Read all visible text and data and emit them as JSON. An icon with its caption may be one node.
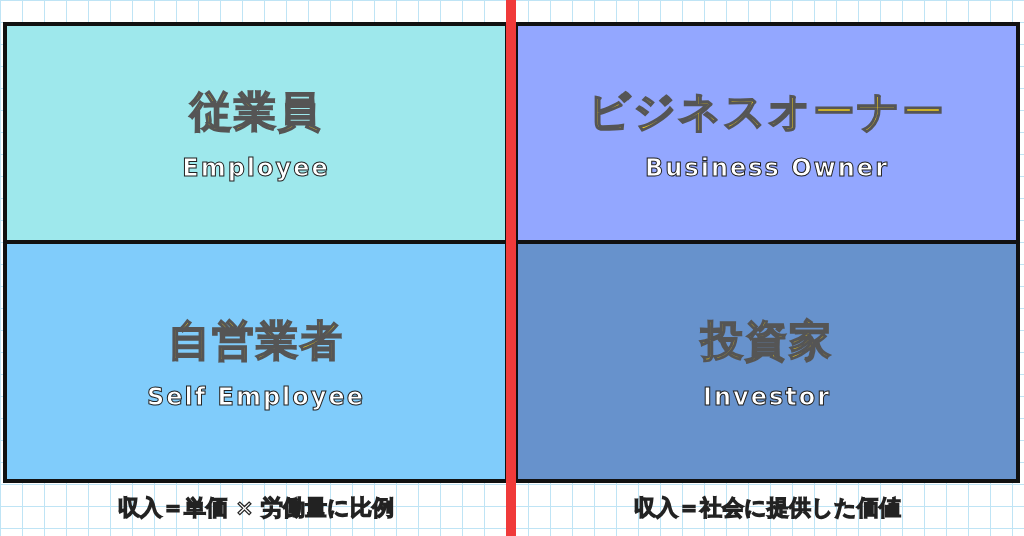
{
  "diagram": {
    "nodes": [
      {
        "text": [
          "従業員",
          "Employee"
        ]
      },
      {
        "text": [
          "ビジネスオーナー",
          "Business Owner"
        ]
      },
      {
        "text": [
          "自営業者",
          "Self Employee"
        ]
      },
      {
        "text": [
          "投資家",
          "Investor"
        ]
      }
    ],
    "labels": [
      "収入＝単価 × 労働量に比例",
      "収入＝社会に提供した価値"
    ]
  }
}
